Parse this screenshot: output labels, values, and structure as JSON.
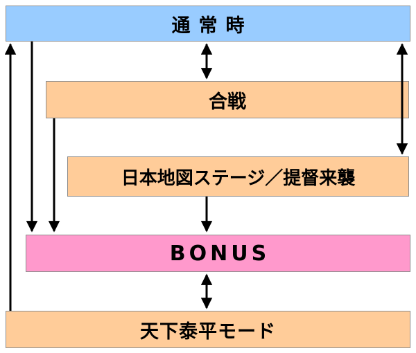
{
  "nodes": {
    "normal": "通常時",
    "gassen": "合戦",
    "stage": "日本地図ステージ／提督来襲",
    "bonus": "BONUS",
    "tenka": "天下泰平モード"
  },
  "colors": {
    "normal_fill": "#99ccff",
    "orange_fill": "#ffcc99",
    "bonus_fill": "#ff99cc",
    "arrow": "#000000"
  }
}
